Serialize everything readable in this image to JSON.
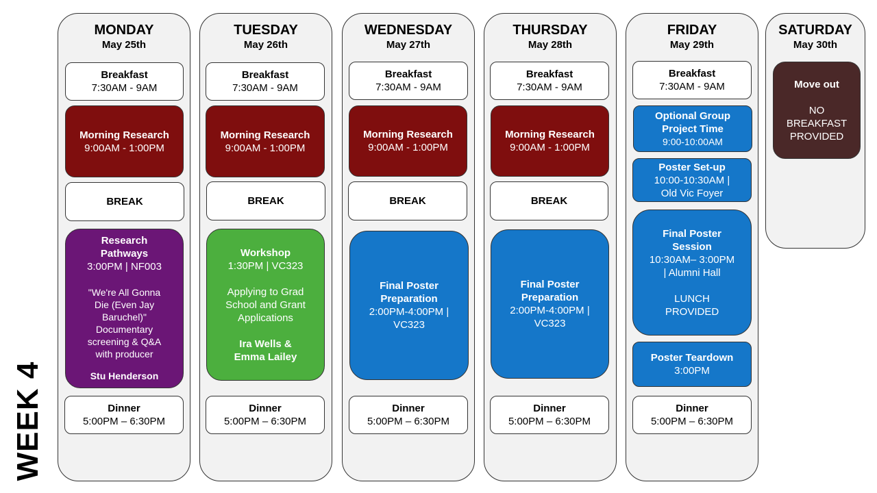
{
  "week_label": "WEEK 4",
  "days": {
    "mon": {
      "name": "MONDAY",
      "date": "May 25th"
    },
    "tue": {
      "name": "TUESDAY",
      "date": "May 26th"
    },
    "wed": {
      "name": "WEDNESDAY",
      "date": "May 27th"
    },
    "thu": {
      "name": "THURSDAY",
      "date": "May 28th"
    },
    "fri": {
      "name": "FRIDAY",
      "date": "May 29th"
    },
    "sat": {
      "name": "SATURDAY",
      "date": "May 30th"
    }
  },
  "common": {
    "breakfast": "Breakfast",
    "breakfast_time": "7:30AM - 9AM",
    "morning_research": "Morning Research",
    "morning_time": "9:00AM - 1:00PM",
    "break": "BREAK",
    "dinner": "Dinner",
    "dinner_time": "5:00PM – 6:30PM"
  },
  "mon_event": {
    "title_1": "Research",
    "title_2": "Pathways",
    "time": "3:00PM | NF003",
    "desc_1": "\"We're All Gonna",
    "desc_2": "Die (Even Jay",
    "desc_3": "Baruchel)\"",
    "desc_4": "Documentary",
    "desc_5": "screening & Q&A",
    "desc_6": "with producer",
    "speaker": "Stu Henderson"
  },
  "tue_event": {
    "title": "Workshop",
    "time": "1:30PM | VC323",
    "desc_1": "Applying to Grad",
    "desc_2": "School and Grant",
    "desc_3": "Applications",
    "speaker_1": "Ira Wells &",
    "speaker_2": "Emma Lailey"
  },
  "poster_prep": {
    "title_1": "Final Poster",
    "title_2": "Preparation",
    "time_1": "2:00PM-4:00PM |",
    "time_2": "VC323"
  },
  "fri": {
    "optional_1": "Optional Group",
    "optional_2": "Project Time",
    "optional_time": "9:00-10:00AM",
    "setup_title": "Poster Set-up",
    "setup_1": "10:00-10:30AM |",
    "setup_2": "Old Vic Foyer",
    "final_1": "Final Poster",
    "final_2": "Session",
    "final_time_1": "10:30AM– 3:00PM",
    "final_time_2": "| Alumni Hall",
    "lunch_1": "LUNCH",
    "lunch_2": "PROVIDED",
    "teardown_title": "Poster Teardown",
    "teardown_time": "3:00PM"
  },
  "sat": {
    "move_out": "Move out",
    "note_1": "NO",
    "note_2": "BREAKFAST",
    "note_3": "PROVIDED"
  },
  "colors": {
    "research_red": "#7f0e0e",
    "event_blue": "#1577c9",
    "workshop_green": "#4caf3e",
    "pathways_purple": "#6b1676",
    "moveout_brown": "#4a2828",
    "column_gray": "#f2f2f2"
  }
}
